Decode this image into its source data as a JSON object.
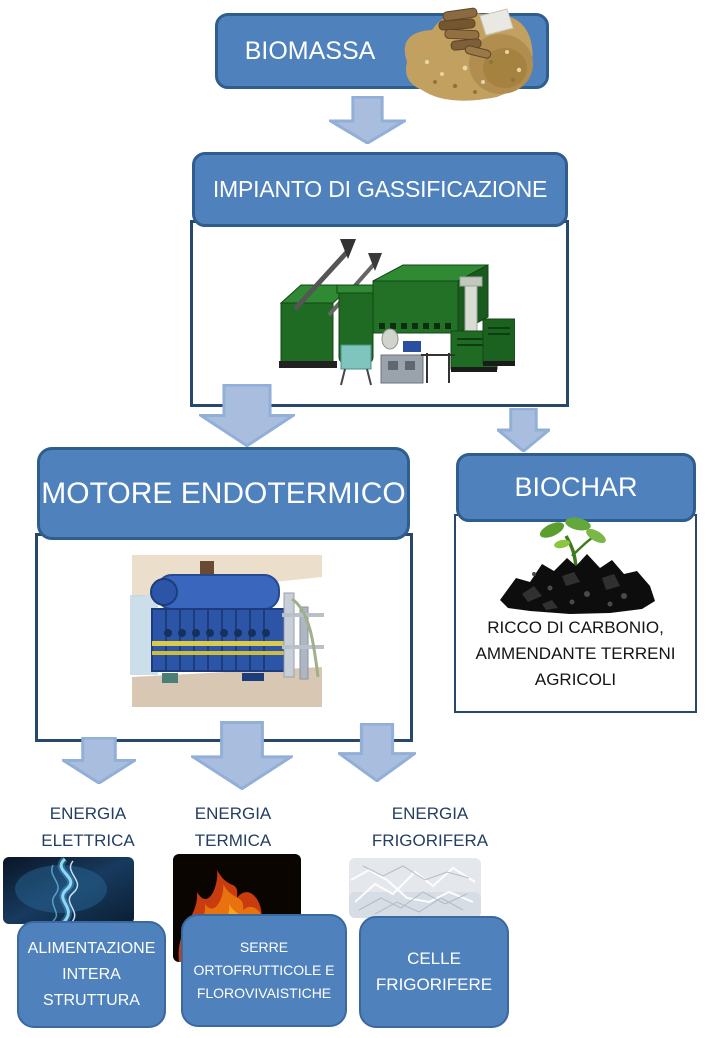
{
  "colors": {
    "node_fill": "#4f81bd",
    "node_border": "#2f5d8e",
    "panel_border": "#27476b",
    "arrow_fill": "#a9bede",
    "label_text": "#243f60"
  },
  "nodes": {
    "biomassa": {
      "label": "BIOMASSA",
      "image": "wood-chips-and-pellets-photo"
    },
    "impianto": {
      "label": "IMPIANTO DI GASSIFICAZIONE",
      "image": "green-gasification-plant-render"
    },
    "motore": {
      "label": "MOTORE ENDOTERMICO",
      "image": "blue-endothermic-engine-photo"
    },
    "biochar": {
      "label": "BIOCHAR",
      "image": "biochar-pile-with-seedling-photo",
      "description": "RICCO DI CARBONIO, AMMENDANTE TERRENI AGRICOLI"
    }
  },
  "outputs": [
    {
      "energy_label": "ENERGIA ELETTRICA",
      "image": "electric-plasma-photo",
      "use_label": "ALIMENTAZIONE INTERA STRUTTURA"
    },
    {
      "energy_label": "ENERGIA TERMICA",
      "image": "flames-photo",
      "use_label": "SERRE ORTOFRUTTICOLE E FLOROVIVAISTICHE"
    },
    {
      "energy_label": "ENERGIA FRIGORIFERA",
      "image": "ice-frost-photo",
      "use_label": "CELLE FRIGORIFERE"
    }
  ]
}
